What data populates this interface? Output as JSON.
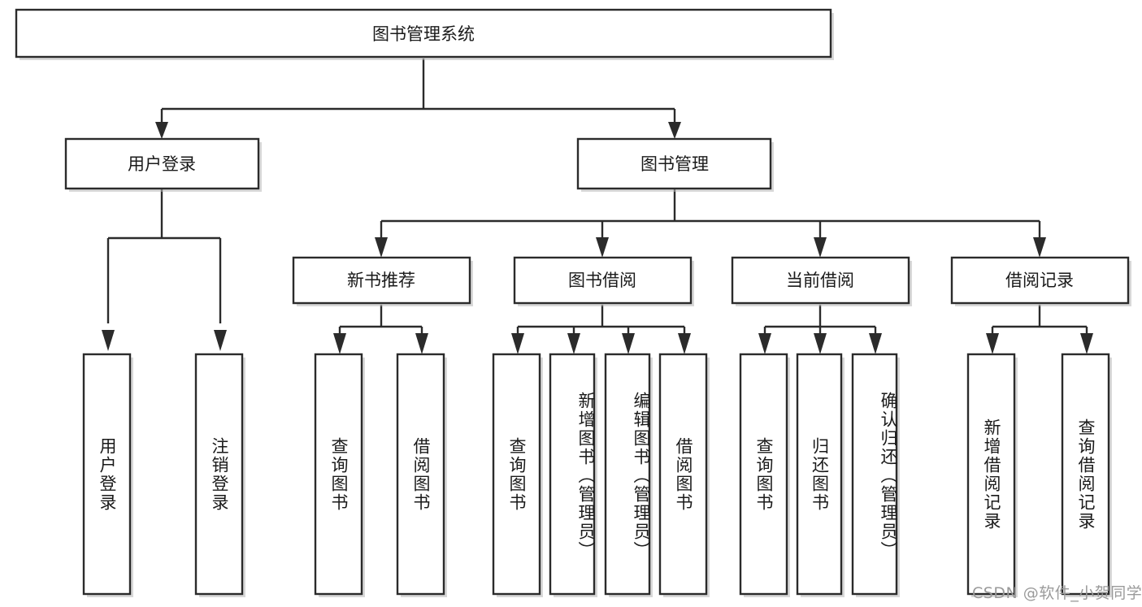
{
  "diagram": {
    "title": "图书管理系统",
    "type": "tree-hierarchy",
    "watermark": "CSDN @软件_小贺同学",
    "colors": {
      "box_stroke": "#2b2b2b",
      "box_fill": "#ffffff",
      "text": "#1a1a1a",
      "connector": "#2b2b2b",
      "watermark": "#9a9a9a",
      "background": "#ffffff"
    },
    "levels": {
      "root": {
        "label": "图书管理系统"
      },
      "level2": [
        {
          "id": "user-login",
          "label": "用户登录"
        },
        {
          "id": "book-management",
          "label": "图书管理"
        }
      ],
      "level3": [
        {
          "id": "new-book-recommend",
          "label": "新书推荐",
          "parent": "book-management"
        },
        {
          "id": "book-borrow",
          "label": "图书借阅",
          "parent": "book-management"
        },
        {
          "id": "current-borrow",
          "label": "当前借阅",
          "parent": "book-management"
        },
        {
          "id": "borrow-record",
          "label": "借阅记录",
          "parent": "book-management"
        }
      ],
      "leaves": [
        {
          "id": "leaf-user-login",
          "label": "用户登录",
          "parent": "user-login"
        },
        {
          "id": "leaf-logout-login",
          "label": "注销登录",
          "parent": "user-login"
        },
        {
          "id": "leaf-query-book-1",
          "label": "查询图书",
          "parent": "new-book-recommend"
        },
        {
          "id": "leaf-borrow-book-1",
          "label": "借阅图书",
          "parent": "new-book-recommend"
        },
        {
          "id": "leaf-query-book-2",
          "label": "查询图书",
          "parent": "book-borrow"
        },
        {
          "id": "leaf-add-book",
          "label": "新增图书（管理员）",
          "parent": "book-borrow"
        },
        {
          "id": "leaf-edit-book",
          "label": "编辑图书（管理员）",
          "parent": "book-borrow"
        },
        {
          "id": "leaf-borrow-book-2",
          "label": "借阅图书",
          "parent": "book-borrow"
        },
        {
          "id": "leaf-query-book-3",
          "label": "查询图书",
          "parent": "current-borrow"
        },
        {
          "id": "leaf-return-book",
          "label": "归还图书",
          "parent": "current-borrow"
        },
        {
          "id": "leaf-confirm-return",
          "label": "确认归还（管理员）",
          "parent": "current-borrow"
        },
        {
          "id": "leaf-add-record",
          "label": "新增借阅记录",
          "parent": "borrow-record"
        },
        {
          "id": "leaf-query-record",
          "label": "查询借阅记录",
          "parent": "borrow-record"
        }
      ]
    }
  }
}
